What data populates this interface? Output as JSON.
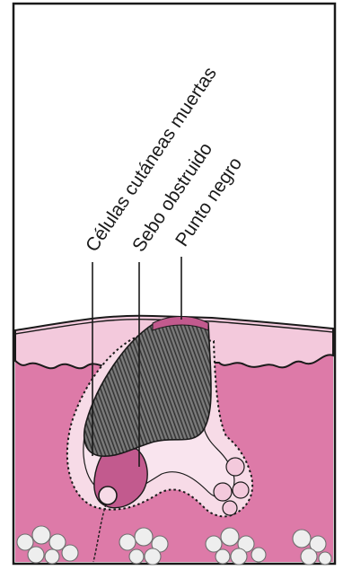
{
  "labels": {
    "dead_cells": "Células cutáneas muertas",
    "obstructed_sebum": "Sebo obstruido",
    "blackhead": "Punto negro"
  },
  "colors": {
    "skin": "#dd7aa8",
    "epidermis": "#f3c9dc",
    "follicle_lining": "#f7dbe7",
    "plug": "#5e5e5e",
    "sebum": "#c25a8e",
    "fat": "#eeeeee",
    "outline": "#1a1a1a"
  }
}
